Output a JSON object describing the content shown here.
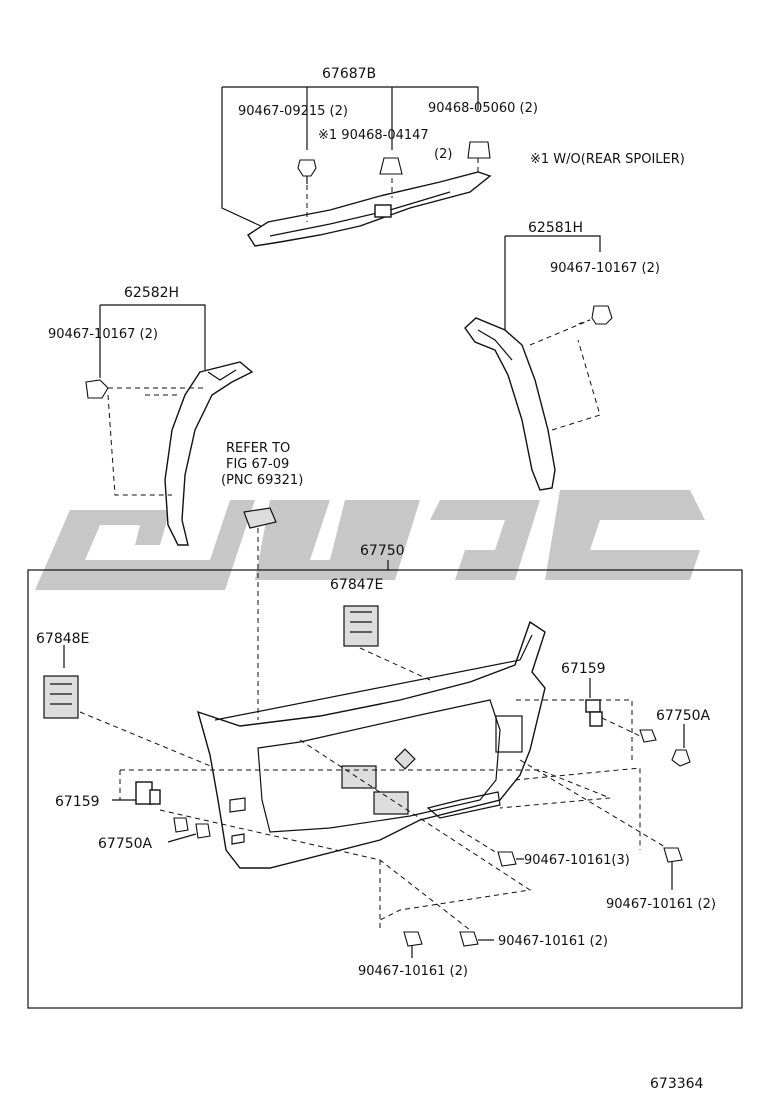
{
  "labels": {
    "top_assembly": "67687B",
    "clip_top_left": "90467-09215 (2)",
    "clip_top_mid": "※1 90468-04147",
    "clip_top_mid_qty": "(2)",
    "clip_top_right": "90468-05060 (2)",
    "note": "※1 W/O(REAR SPOILER)",
    "right_pillar": "62581H",
    "right_pillar_clip": "90467-10167 (2)",
    "left_pillar": "62582H",
    "left_pillar_clip": "90467-10167 (2)",
    "refer_1": "REFER TO",
    "refer_2": "FIG 67-09",
    "refer_3": "(PNC 69321)",
    "door_trim": "67750",
    "cover_right_top": "67847E",
    "cover_left": "67848E",
    "retainer_right": "67159",
    "retainer_left": "67159",
    "screw_right": "67750A",
    "screw_left": "67750A",
    "clip_bottom_mid": "90467-10161(3)",
    "clip_bottom_right": "90467-10161 (2)",
    "clip_bottom_center": "90467-10161 (2)",
    "clip_bottom_left": "90467-10161 (2)",
    "figure_number": "673364"
  }
}
